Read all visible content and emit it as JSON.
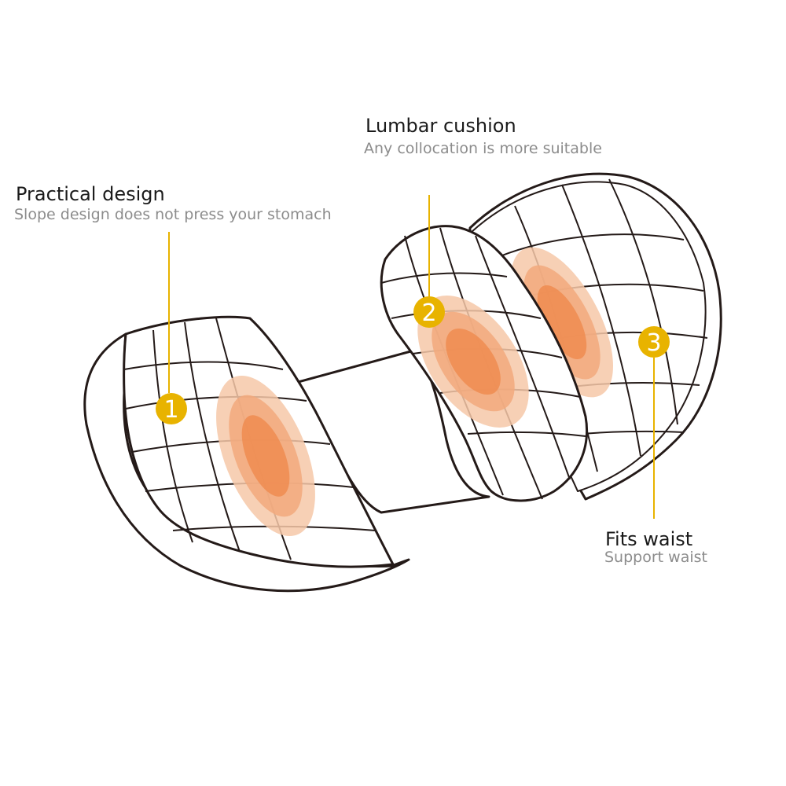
{
  "callouts": [
    {
      "number": "1",
      "title": "Practical design",
      "subtitle": "Slope design does not press your stomach"
    },
    {
      "number": "2",
      "title": "Lumbar cushion",
      "subtitle": "Any collocation is more suitable"
    },
    {
      "number": "3",
      "title": "Fits waist",
      "subtitle": "Support waist"
    }
  ],
  "colors": {
    "outline": "#241a18",
    "marker": "#e8b300",
    "heat_outer": "#f6c8a8",
    "heat_mid": "#f2a97c",
    "heat_inner": "#ee8c50",
    "subtitle": "#8c8c8c"
  }
}
